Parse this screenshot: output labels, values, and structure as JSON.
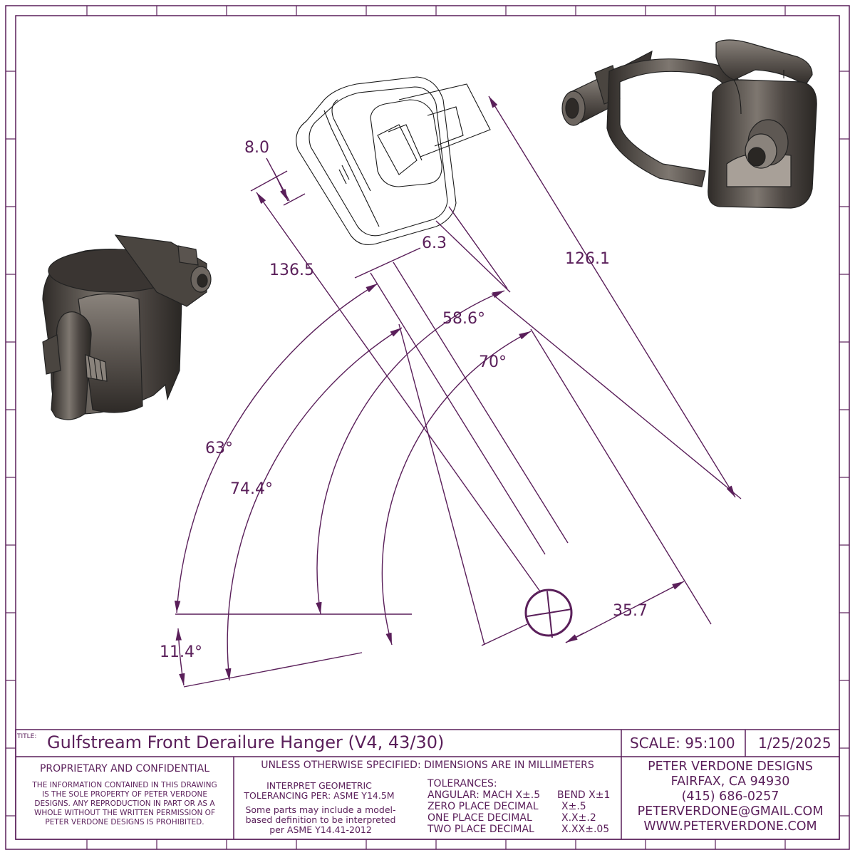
{
  "dimensions": {
    "d_8_0": "8.0",
    "d_136_5": "136.5",
    "d_6_3": "6.3",
    "d_126_1": "126.1",
    "d_58_6": "58.6°",
    "d_70": "70°",
    "d_63": "63°",
    "d_74_4": "74.4°",
    "d_35_7": "35.7",
    "d_11_4": "11.4°"
  },
  "title_block": {
    "title_label": "TITLE:",
    "title": "Gulfstream Front Derailure Hanger (V4, 43/30)",
    "scale": "SCALE: 95:100",
    "date": "1/25/2025",
    "proprietary_heading": "PROPRIETARY AND CONFIDENTIAL",
    "proprietary_lines": [
      "THE INFORMATION CONTAINED IN THIS DRAWING",
      "IS THE SOLE PROPERTY OF PETER VERDONE",
      "DESIGNS.  ANY  REPRODUCTION IN PART OR AS A",
      "WHOLE WITHOUT THE WRITTEN PERMISSION OF",
      "PETER VERDONE DESIGNS IS PROHIBITED."
    ],
    "units_note": "UNLESS OTHERWISE SPECIFIED: DIMENSIONS ARE IN MILLIMETERS",
    "interpret_lines": [
      "INTERPRET GEOMETRIC",
      "TOLERANCING PER: ASME Y14.5M"
    ],
    "model_note_lines": [
      "Some parts may include a model-",
      "based definition to be interpreted",
      "per ASME Y14.41-2012"
    ],
    "tolerances": {
      "heading": "TOLERANCES:",
      "angular": "ANGULAR: MACH X±.5",
      "bend": "BEND X±1",
      "zero_label": "ZERO PLACE DECIMAL",
      "zero_value": "X±.5",
      "one_label": "ONE PLACE DECIMAL",
      "one_value": "X.X±.2",
      "two_label": "TWO PLACE DECIMAL",
      "two_value": "X.XX±.05"
    },
    "company": {
      "name": "PETER VERDONE DESIGNS",
      "city": "FAIRFAX, CA 94930",
      "phone": "(415) 686-0257",
      "email": "PETERVERDONE@GMAIL.COM",
      "web": "WWW.PETERVERDONE.COM"
    }
  },
  "colors": {
    "line": "#5a1f5a",
    "part_dark": "#4a4540",
    "part_light": "#8a837c"
  }
}
